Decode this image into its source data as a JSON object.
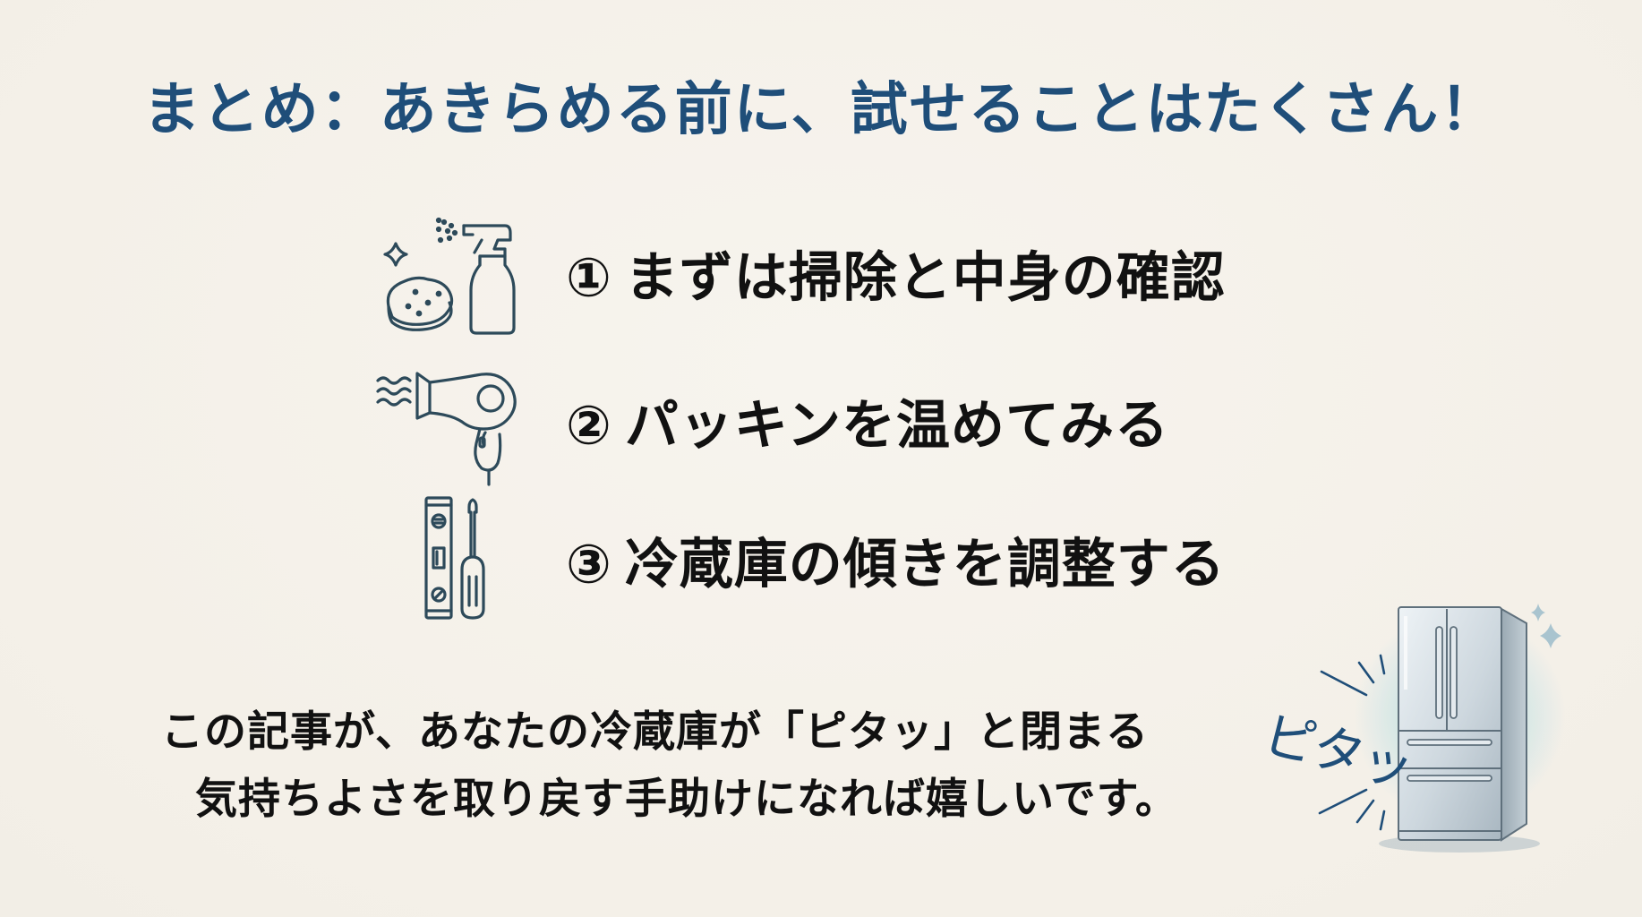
{
  "slide": {
    "title": "まとめ：あきらめる前に、試せることはたくさん！",
    "colors": {
      "background": "#f5f1ea",
      "title": "#1f4e79",
      "body_text": "#111111",
      "icon_stroke": "#2d4a5a"
    },
    "items": [
      {
        "number": "①",
        "text": "まずは掃除と中身の確認",
        "icon": "sponge-and-spray-bottle-icon"
      },
      {
        "number": "②",
        "text": "パッキンを温めてみる",
        "icon": "hair-dryer-icon"
      },
      {
        "number": "③",
        "text": "冷蔵庫の傾きを調整する",
        "icon": "level-and-screwdriver-icon"
      }
    ],
    "closing": {
      "line1": "この記事が、あなたの冷蔵庫が「ピタッ」と閉まる",
      "line2": "気持ちよさを取り戻す手助けになれば嬉しいです。"
    },
    "illustration": {
      "onomatopoeia": "ピタッ",
      "subject": "refrigerator-icon"
    }
  }
}
